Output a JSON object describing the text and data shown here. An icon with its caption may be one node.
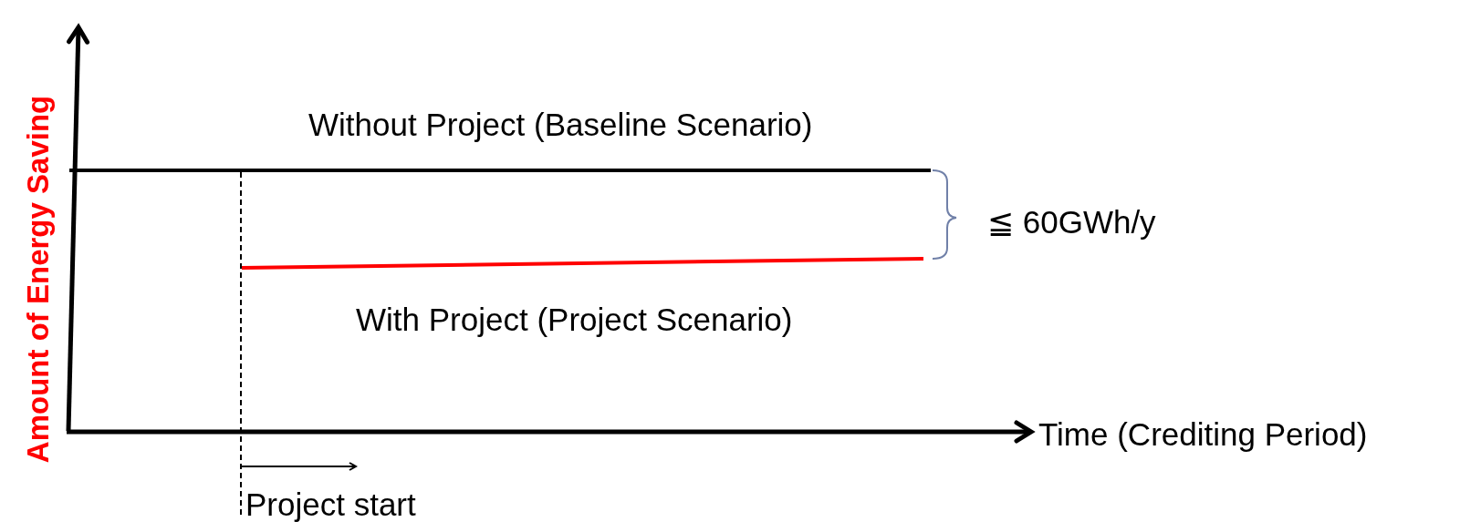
{
  "diagram": {
    "labels": [
      "Amount of Energy Saving",
      "Without Project (Baseline Scenario)",
      "≦ 60GWh/y",
      "With Project (Project Scenario)",
      "Time (Crediting Period)",
      "Project start"
    ]
  }
}
